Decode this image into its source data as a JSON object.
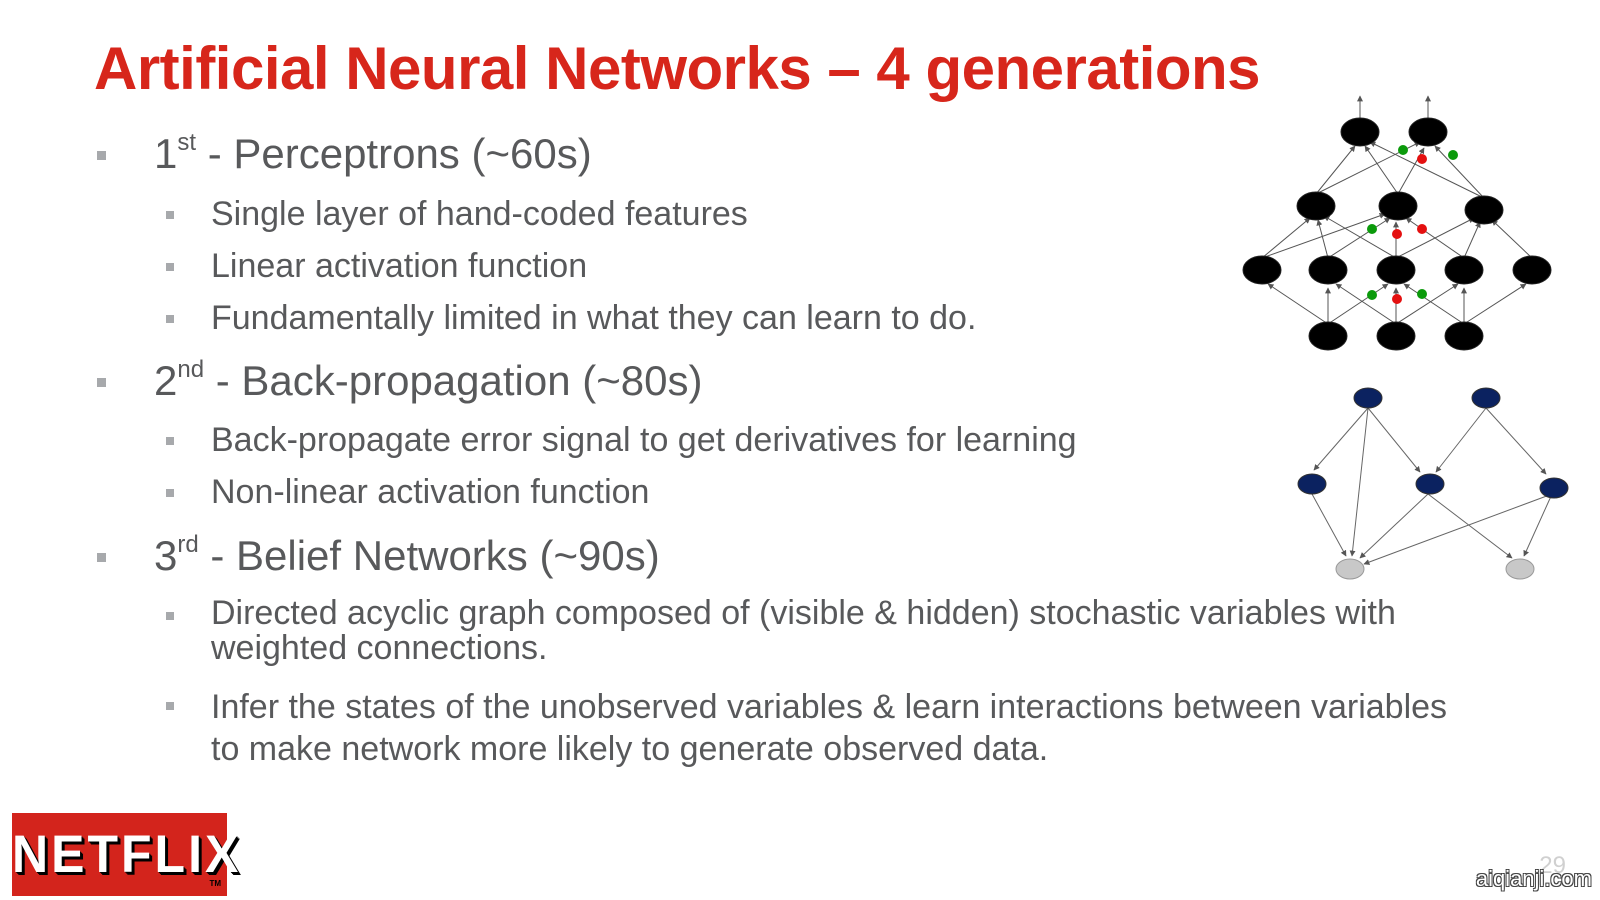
{
  "slide": {
    "title": "Artificial Neural Networks – 4 generations",
    "bullets": [
      {
        "num": "1",
        "sup": "st",
        "text": " - Perceptrons (~60s)",
        "sub": [
          "Single layer of hand-coded features",
          "Linear activation function",
          "Fundamentally limited in what they can learn to do."
        ]
      },
      {
        "num": "2",
        "sup": "nd",
        "text": " - Back-propagation (~80s)",
        "sub": [
          "Back-propagate error signal to get derivatives for learning",
          "Non-linear activation function"
        ]
      },
      {
        "num": "3",
        "sup": "rd",
        "text": " - Belief Networks (~90s)",
        "sub": [
          "Directed acyclic graph composed of (visible & hidden) stochastic variables with weighted connections.",
          "Infer the states of the unobserved variables & learn interactions between variables to make network more likely to generate observed data."
        ]
      }
    ],
    "logo_text": "NETFLIX",
    "logo_tm": "TM",
    "page_number": "29",
    "watermark": "aiqianji.com"
  },
  "colors": {
    "title": "#d7261b",
    "body_text": "#58595b",
    "bullet_marker": "#a7a9ac",
    "node_black": "#000000",
    "node_navy": "#0b2260",
    "node_gray": "#c8c8c8",
    "dot_green": "#0b9a0b",
    "dot_red": "#e41010",
    "logo_bg": "#d3241c"
  }
}
